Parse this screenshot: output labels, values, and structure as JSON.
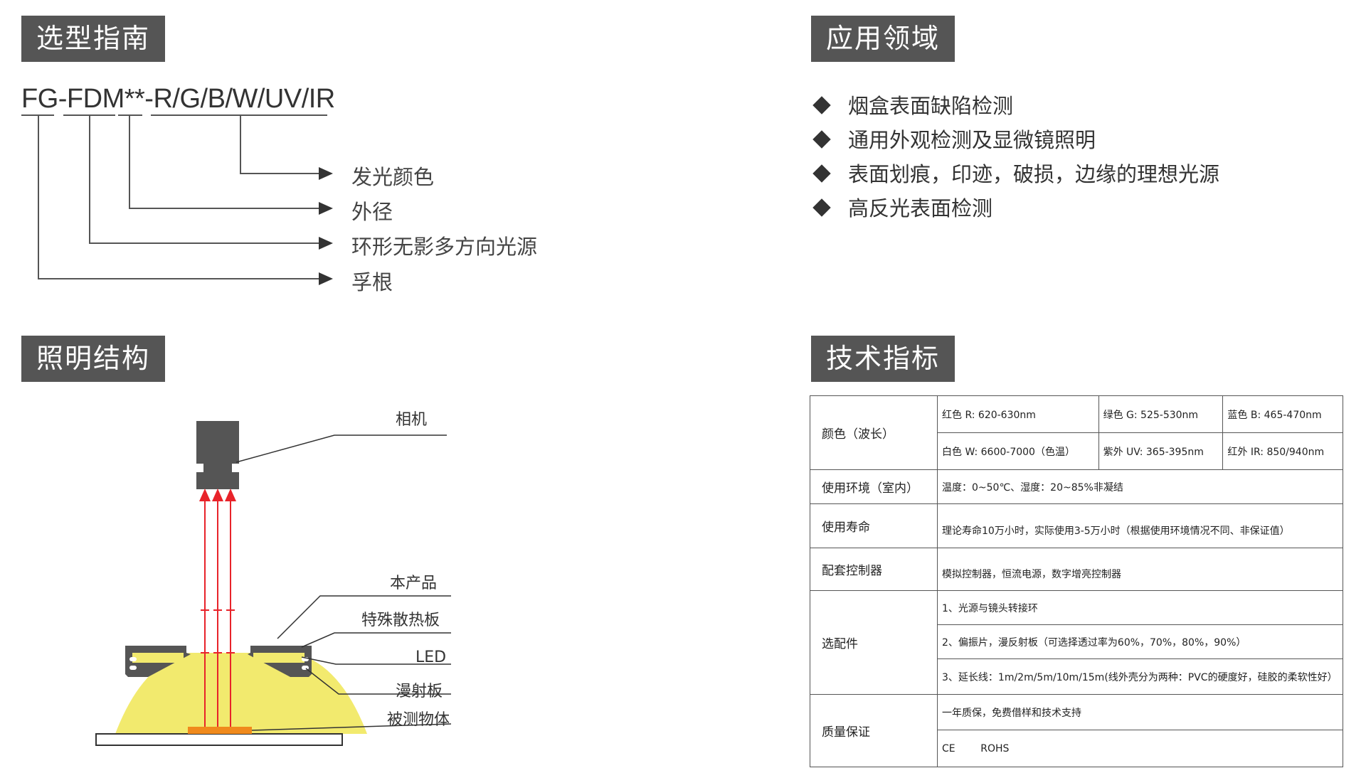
{
  "selection_guide": {
    "header": "选型指南",
    "model_code": "FG-FDM**-R/G/B/W/UV/IR",
    "labels": [
      "发光颜色",
      "外径",
      "环形无影多方向光源",
      "孚根"
    ]
  },
  "applications": {
    "header": "应用领域",
    "items": [
      "烟盒表面缺陷检测",
      "通用外观检测及显微镜照明",
      "表面划痕，印迹，破损，边缘的理想光源",
      "高反光表面检测"
    ]
  },
  "lighting_structure": {
    "header": "照明结构",
    "labels": {
      "camera": "相机",
      "product": "本产品",
      "heatsink": "特殊散热板",
      "led": "LED",
      "diffuser": "漫射板",
      "object": "被测物体"
    },
    "colors": {
      "ray": "#e8232a",
      "dome": "#f2ea6e",
      "object": "#f08a1c",
      "housing": "#555555"
    }
  },
  "tech_specs": {
    "header": "技术指标",
    "color": {
      "key": "颜色（波长）",
      "row1": [
        "红色 R: 620-630nm",
        "绿色 G: 525-530nm",
        "蓝色 B: 465-470nm"
      ],
      "row2": [
        "白色 W: 6600-7000（色温）",
        "紫外 UV: 365-395nm",
        "红外 IR: 850/940nm"
      ]
    },
    "environment": {
      "key": "使用环境（室内）",
      "value": "温度：0~50℃、湿度：20~85%非凝结"
    },
    "lifetime": {
      "key": "使用寿命",
      "value": "理论寿命10万小时，实际使用3-5万小时（根据使用环境情况不同、非保证值）"
    },
    "controller": {
      "key": "配套控制器",
      "value": "模拟控制器，恒流电源，数字增亮控制器"
    },
    "accessories": {
      "key": "选配件",
      "items": [
        "1、光源与镜头转接环",
        "2、偏振片，漫反射板（可选择透过率为60%，70%，80%，90%）",
        "3、延长线：1m/2m/5m/10m/15m(线外壳分为两种：PVC的硬度好，硅胶的柔软性好）"
      ]
    },
    "quality": {
      "key": "质量保证",
      "items": [
        "一年质保，免费借样和技术支持",
        "CE        ROHS"
      ]
    }
  }
}
